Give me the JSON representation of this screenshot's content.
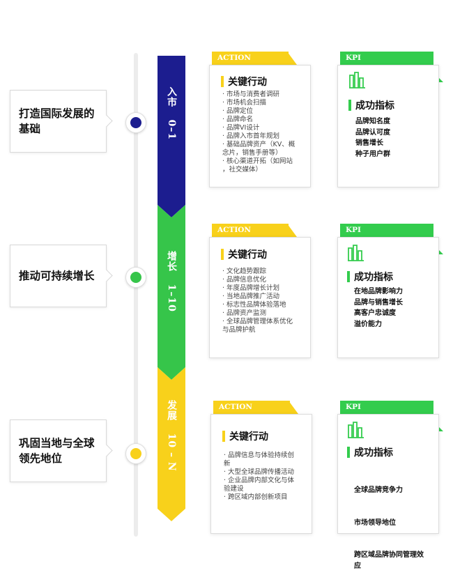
{
  "stages": [
    {
      "id": "launch",
      "label": "打造国际发展的基础",
      "ribbon_title": "入市",
      "ribbon_range": "0–1",
      "color": "#1c1d8f",
      "label_color": "#ffffff",
      "action": {
        "tab": "ACTION",
        "title": "关键行动",
        "items": [
          "· 市场与消费者调研",
          "· 市场机会扫描",
          "· 品牌定位",
          "· 品牌命名",
          "· 品牌VI设计",
          "· 品牌入市首年规划",
          "· 基础品牌资产（KV、概\n念片，销售手册等）",
          "· 核心渠道开拓（如网站\n，社交媒体）"
        ]
      },
      "kpi": {
        "tab": "KPI",
        "title": "成功指标",
        "items": [
          "品牌知名度",
          "品牌认可度",
          "销售增长",
          "种子用户群"
        ]
      }
    },
    {
      "id": "growth",
      "label": "推动可持续增长",
      "ribbon_title": "增长",
      "ribbon_range": "1–10",
      "color": "#36c54a",
      "label_color": "#ffffff",
      "action": {
        "tab": "ACTION",
        "title": "关键行动",
        "items": [
          "· 文化趋势跟踪",
          "· 品牌信息优化",
          "· 年度品牌增长计划",
          "· 当地品牌推广活动",
          "· 标志性品牌体验落地",
          "· 品牌资产监测",
          "· 全球品牌管理体系优化\n与品牌护航"
        ]
      },
      "kpi": {
        "tab": "KPI",
        "title": "成功指标",
        "items": [
          "在地品牌影响力",
          "品牌与销售增长",
          "高客户忠诚度",
          "溢价能力"
        ]
      }
    },
    {
      "id": "develop",
      "label": "巩固当地与全球领先地位",
      "ribbon_title": "发展",
      "ribbon_range": "10 – N",
      "color": "#f8d11b",
      "label_color": "#ffffff",
      "action": {
        "tab": "ACTION",
        "title": "关键行动",
        "items": [
          "· 品牌信息与体验持续创\n新",
          "· 大型全球品牌传播活动",
          "· 企业品牌内部文化与体\n验建设",
          "· 跨区域内部创新项目"
        ]
      },
      "kpi": {
        "tab": "KPI",
        "title": "成功指标",
        "items": [
          "全球品牌竞争力",
          "市场领导地位",
          "跨区域品牌协同管理效\n应"
        ]
      }
    }
  ],
  "colors": {
    "yellow": "#f8d11b",
    "green": "#33cc4d",
    "navy": "#1c1d8f",
    "icon": "bar-chart-icon"
  }
}
